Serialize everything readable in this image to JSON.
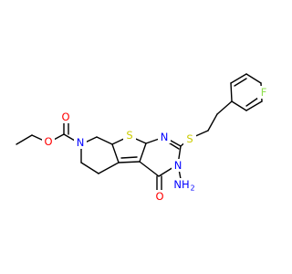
{
  "molecule": {
    "atoms": {
      "S_ring": {
        "text": "S",
        "color": "#CCCC00"
      },
      "N_ring": {
        "text": "N",
        "color": "#0000FF"
      },
      "S_thio": {
        "text": "S",
        "color": "#CCCC00"
      },
      "F": {
        "text": "F",
        "color": "#90E050"
      },
      "N_amine": {
        "text": "N",
        "color": "#0000FF"
      },
      "amine": {
        "text": "NH",
        "color": "#0000FF"
      },
      "amine_sub": {
        "text": "2",
        "color": "#0000FF"
      },
      "O_keto": {
        "text": "O",
        "color": "#FF0000"
      },
      "N_pip": {
        "text": "N",
        "color": "#0000FF"
      },
      "O_carbonyl": {
        "text": "O",
        "color": "#FF0000"
      },
      "O_ester": {
        "text": "O",
        "color": "#FF0000"
      }
    },
    "colors": {
      "bond": "#000000",
      "background": "#ffffff"
    }
  }
}
